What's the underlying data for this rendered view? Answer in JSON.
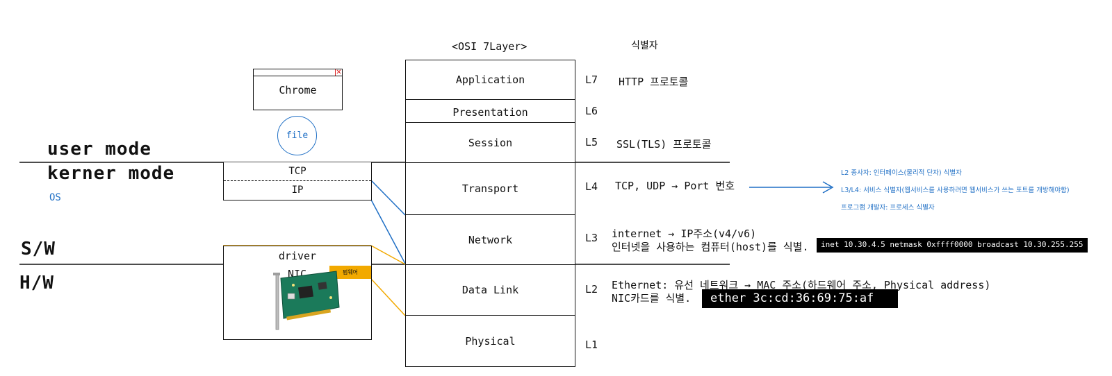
{
  "title": "<OSI 7Layer>",
  "identifier_header": "식별자",
  "modes": {
    "user": "user mode",
    "kernel": "kerner mode",
    "os": "OS",
    "sw": "S/W",
    "hw": "H/W"
  },
  "left_stack": {
    "chrome": "Chrome",
    "file": "file",
    "tcp": "TCP",
    "ip": "IP",
    "driver": "driver",
    "nic": "NIC",
    "firmware": "펌웨어"
  },
  "layers": [
    {
      "name": "Application",
      "num": "L7"
    },
    {
      "name": "Presentation",
      "num": "L6"
    },
    {
      "name": "Session",
      "num": "L5"
    },
    {
      "name": "Transport",
      "num": "L4"
    },
    {
      "name": "Network",
      "num": "L3"
    },
    {
      "name": "Data Link",
      "num": "L2"
    },
    {
      "name": "Physical",
      "num": "L1"
    }
  ],
  "notes": {
    "l7": "HTTP 프로토콜",
    "l5": "SSL(TLS) 프로토콜",
    "l4": "TCP, UDP → Port 번호",
    "l3_line1": "internet → IP주소(v4/v6)",
    "l3_line2": "인터넷을 사용하는 컴퓨터(host)를 식별.",
    "l3_terminal": "inet 10.30.4.5 netmask 0xffff0000 broadcast 10.30.255.255",
    "l2_line1": "Ethernet: 유선 네트워크 → MAC 주소(하드웨어 주소, Physical address)",
    "l2_line2": "NIC카드를 식별.",
    "l2_terminal": "ether 3c:cd:36:69:75:af"
  },
  "identifiers": [
    "L2 종사자: 인터페이스(물리적 단자) 식별자",
    "L3/L4: 서비스 식별자(웹서비스를 사용하려면 웹서비스가 쓰는 포트를 개방해야함)",
    "프로그램 개발자: 프로세스 식별자"
  ],
  "colors": {
    "blue": "#1f6fc5",
    "orange": "#f2a900",
    "close_red": "#d22"
  }
}
